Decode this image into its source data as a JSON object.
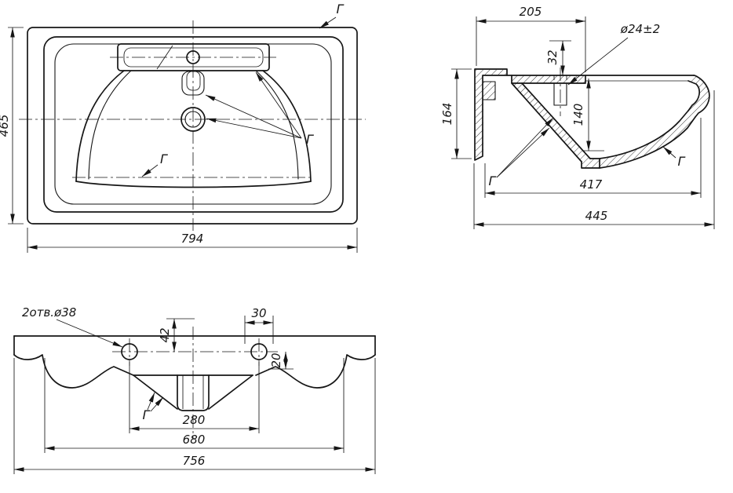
{
  "glaze_mark": "Г",
  "plan": {
    "width": "794",
    "height": "465"
  },
  "section": {
    "width_top": "205",
    "rim_offset": "32",
    "hole_dia": "ø24±2",
    "height_back": "164",
    "bowl_depth": "140",
    "width_inner": "417",
    "width_total": "445"
  },
  "front": {
    "holes_note": "2отв.ø38",
    "hole_drop": "42",
    "hole_offset": "30",
    "edge_drop": "20",
    "drain_span": "280",
    "body_width": "680",
    "total_width": "756"
  }
}
